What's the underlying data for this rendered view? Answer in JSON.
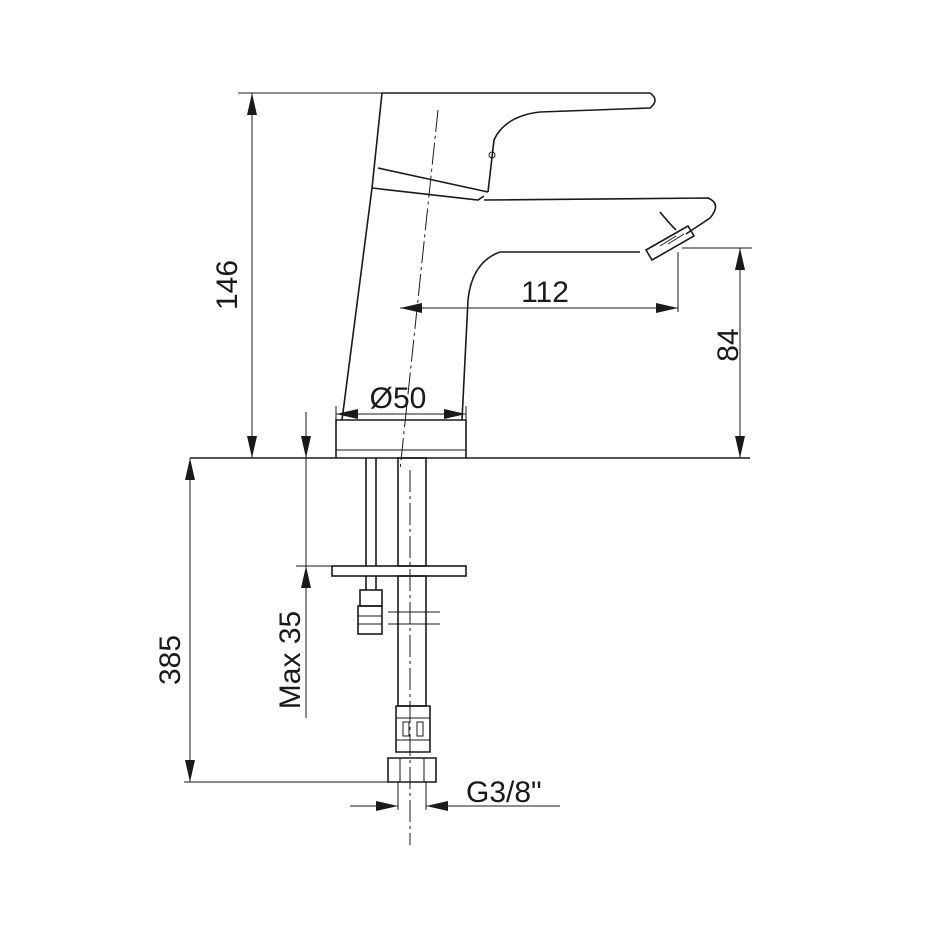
{
  "dimensions": {
    "height_total": "146",
    "outlet_reach": "112",
    "spout_height": "84",
    "base_diameter": "Ø50",
    "hose_length": "385",
    "max_deck_thickness": "Max 35",
    "connection_thread": "G3/8\""
  },
  "colors": {
    "line": "#1a1a1a",
    "background": "#ffffff"
  }
}
